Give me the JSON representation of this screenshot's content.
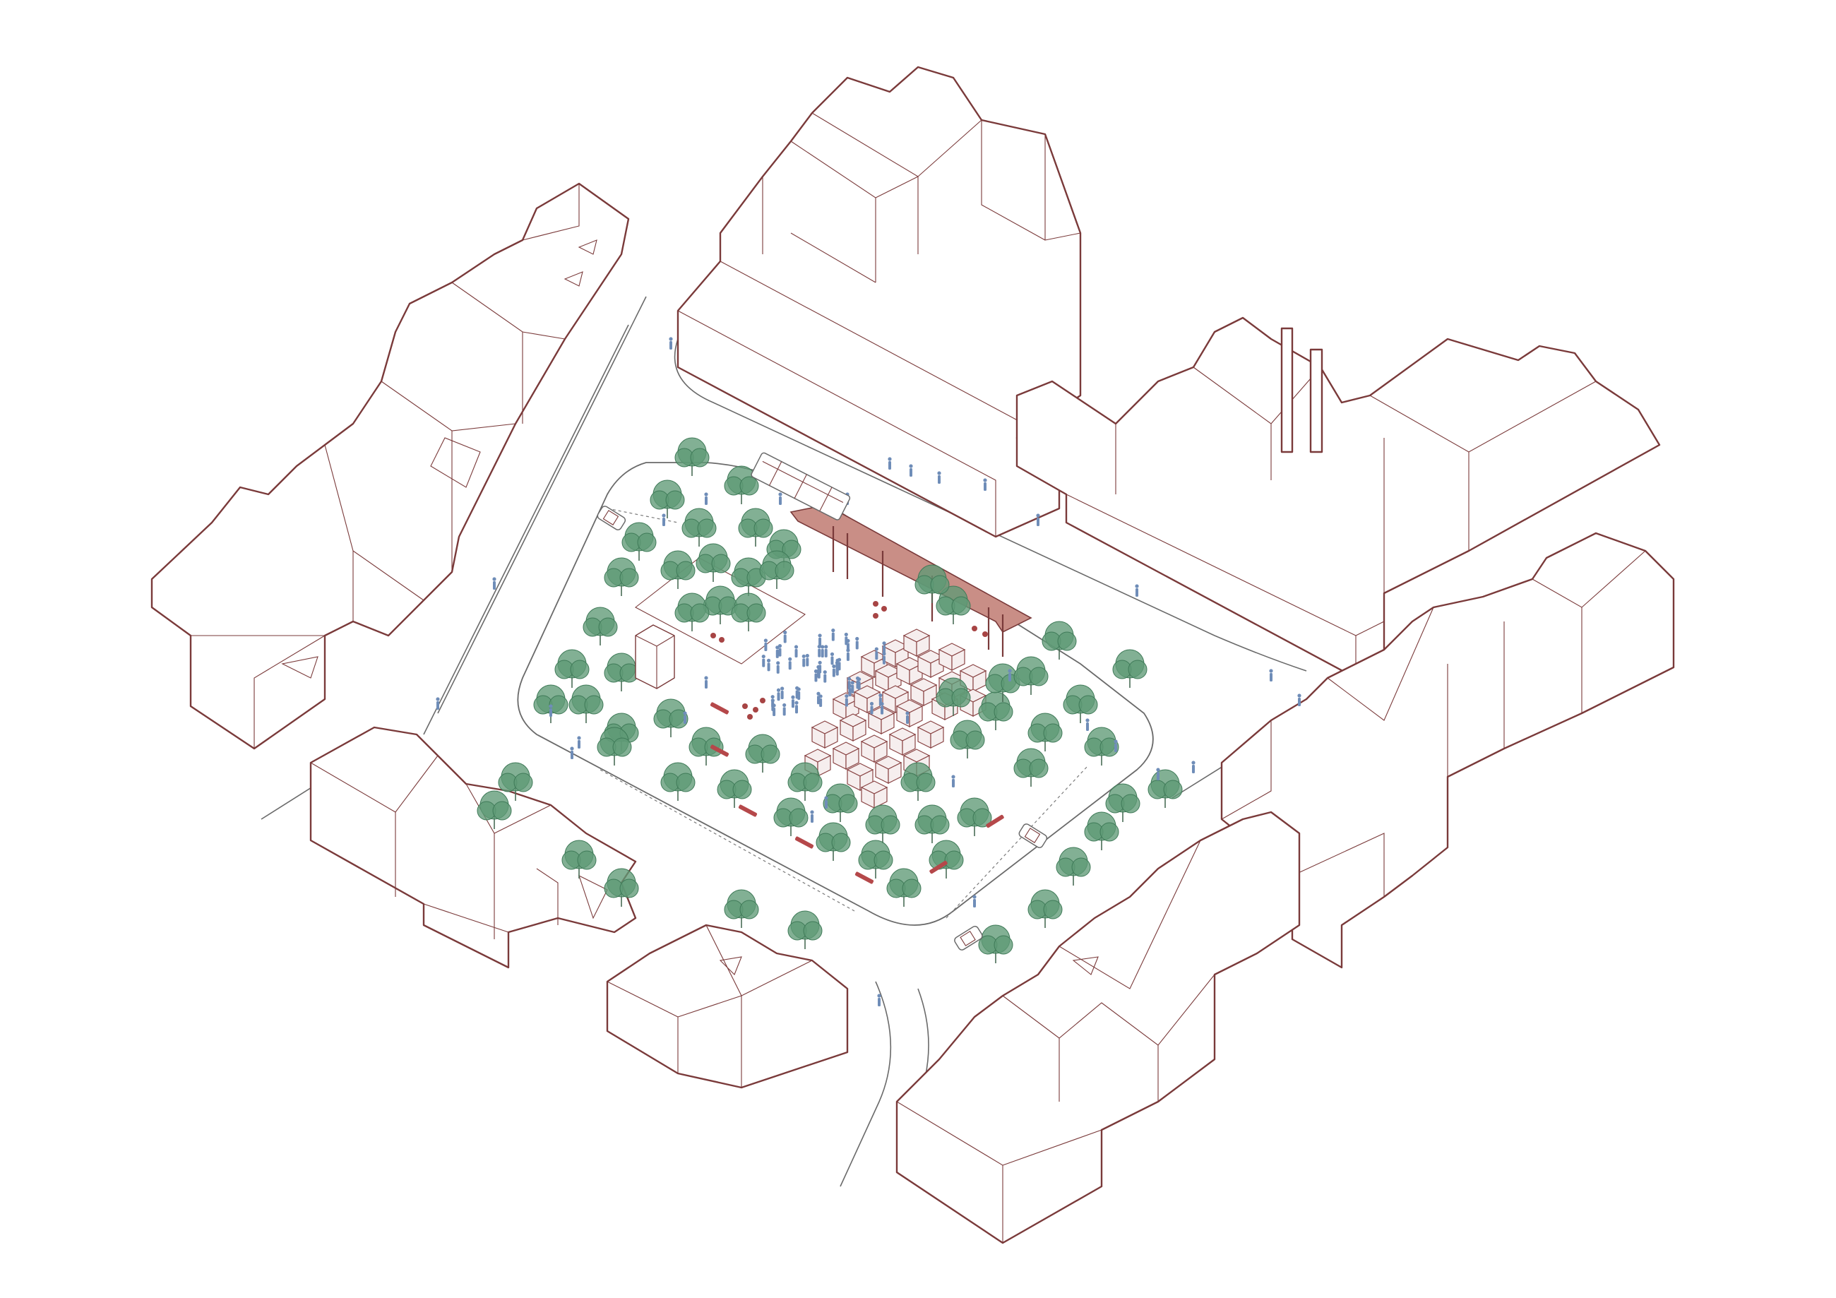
{
  "figure": {
    "kind": "isometric urban square axonometric",
    "colors": {
      "building_outline": "#7a3a3a",
      "street_line": "#6a6a6a",
      "tree_canopy": "#5f9a76",
      "pavilion_roof": "#c98e86",
      "market_stall": "#f6eeee",
      "people": "#6f8db8",
      "benches": "#b5484a",
      "background": "#ffffff"
    },
    "elements": [
      "building-block-west",
      "building-block-north",
      "building-block-northeast",
      "building-block-east",
      "building-block-southeast",
      "building-block-south",
      "building-block-southwest",
      "plaza",
      "pavilion",
      "market-stalls",
      "trees",
      "people",
      "bus",
      "cars",
      "benches",
      "cafe-tables"
    ],
    "counts": {
      "trees": 62,
      "market_stalls": 29,
      "cars": 3,
      "buses": 1,
      "chimneys": 2
    }
  }
}
